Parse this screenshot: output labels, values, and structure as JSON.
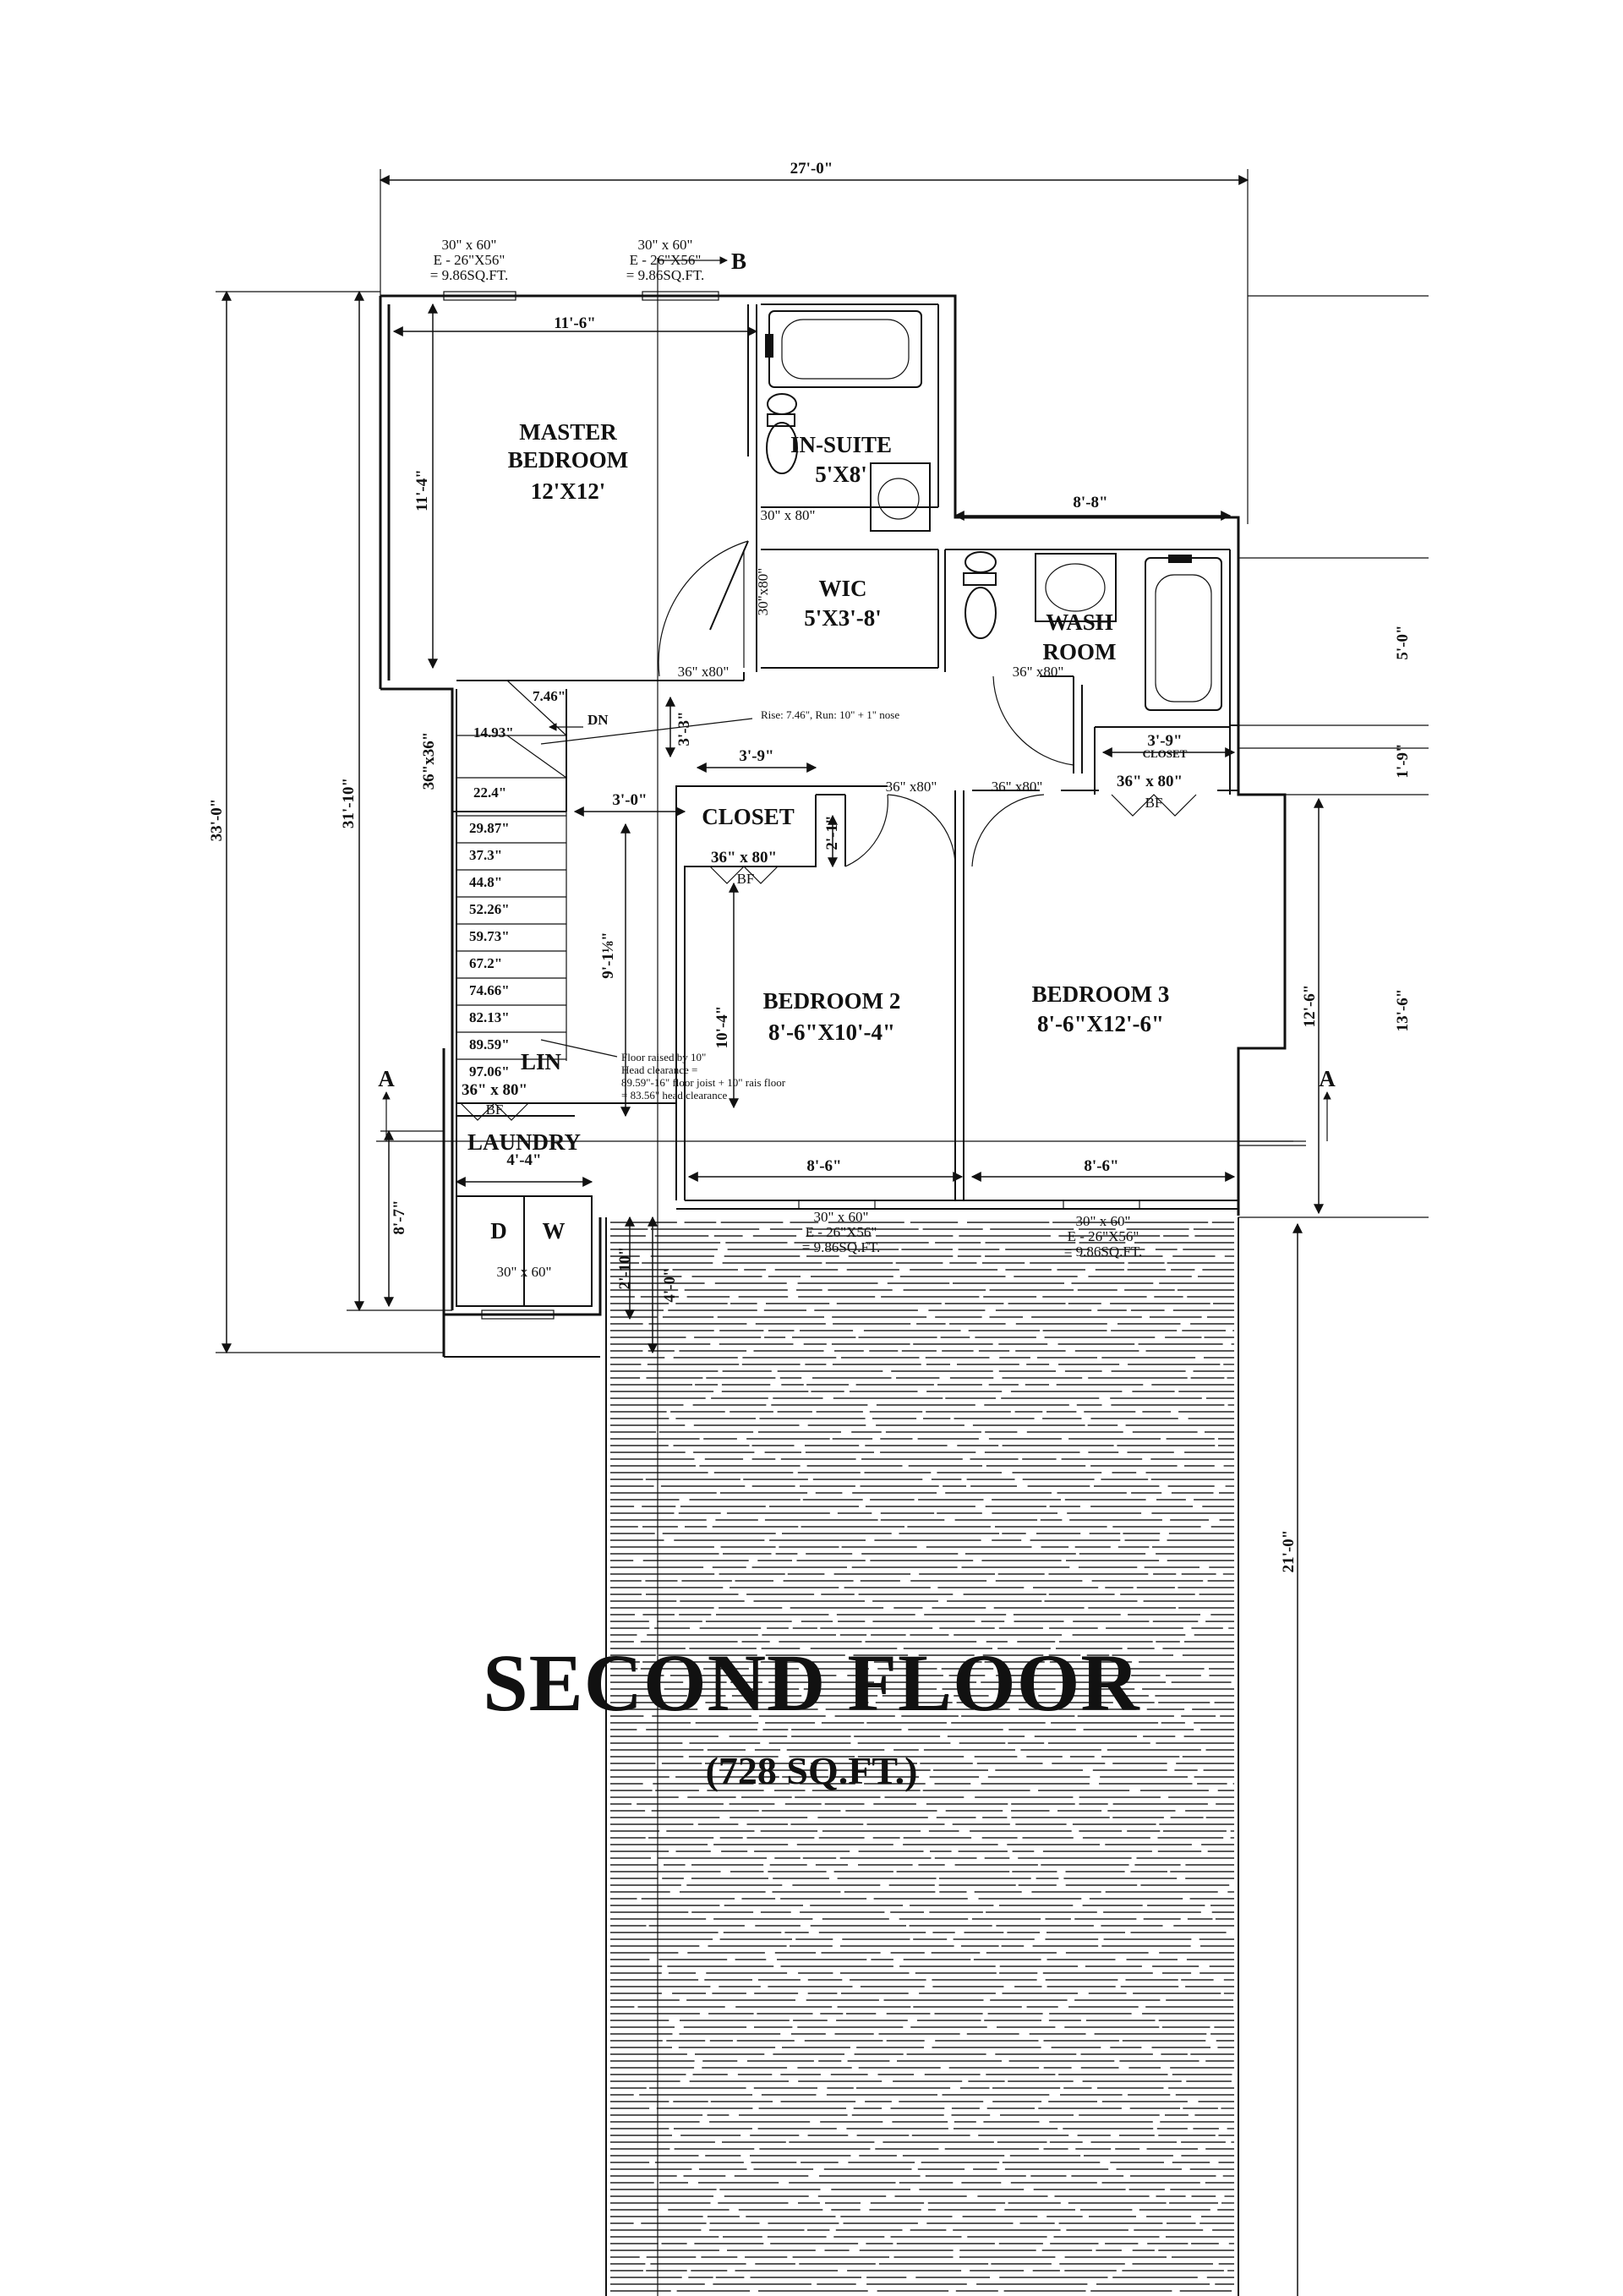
{
  "title": "SECOND FLOOR",
  "subtitle": "(728 SQ.FT.)",
  "rooms": {
    "master_name1": "MASTER",
    "master_name2": "BEDROOM",
    "master_size": "12'X12'",
    "insuite_name": "IN-SUITE",
    "insuite_size": "5'X8'",
    "wic_name": "WIC",
    "wic_size": "5'X3'-8'",
    "wash_name1": "WASH",
    "wash_name2": "ROOM",
    "closet_name": "CLOSET",
    "bed2_name": "BEDROOM 2",
    "bed2_size": "8'-6\"X10'-4\"",
    "bed3_name": "BEDROOM 3",
    "bed3_size": "8'-6\"X12'-6\"",
    "lin": "LIN",
    "laundry": "LAUNDRY",
    "dryer": "D",
    "washer": "W"
  },
  "dimensions": {
    "overall_width": "27'-0\"",
    "overall_depth": "33'-0\"",
    "depth_31_10": "31'-10\"",
    "master_width": "11'-6\"",
    "master_depth": "11'-4\"",
    "wash_width": "8'-8\"",
    "right_5_0": "5'-0\"",
    "right_1_9": "1'-9\"",
    "right_13_6": "13'-6\"",
    "bed3_depth": "12'-6\"",
    "deck_depth": "21'-0\"",
    "stair_36x36": "36\"x36\"",
    "laundry_depth": "8'-7\"",
    "laundry_width": "4'-4\"",
    "hall_3_0": "3'-0\"",
    "hall_3_3": "3'-3\"",
    "closet_width": "3'-9\"",
    "closet_2_1": "2'-1\"",
    "hall_9_1_8": "9'-1⅛\"",
    "bed2_depth": "10'-4\"",
    "bed2_width": "8'-6\"",
    "bed3_width": "8'-6\"",
    "deck_2_10": "2'-10\"",
    "deck_4_0": "4'-0\"",
    "wash_closet_width": "3'-9\"",
    "wash_closet_label": "CLOSET"
  },
  "windows": {
    "w1_size": "30\" x 60\"",
    "w1_egress": "E - 26\"X56\"",
    "w1_area": "= 9.86SQ.FT.",
    "w2_size": "30\" x 60\"",
    "w2_egress": "E - 26\"X56\"",
    "w2_area": "= 9.86SQ.FT.",
    "w3_size": "30\" x 60\"",
    "w3_egress": "E - 26\"X56\"",
    "w3_area": "= 9.86SQ.FT.",
    "w4_size": "30\" x 60\"",
    "w4_egress": "E - 26\"X56\"",
    "w4_area": "= 9.86SQ.FT.",
    "laundry_window": "30\" x 60\""
  },
  "doors": {
    "insuite_door": "30\" x 80\"",
    "wic_door": "30\"x80\"",
    "master_door": "36\" x80\"",
    "wash_door": "36\" x80\"",
    "bed2_door": "36\" x80\"",
    "bed3_door": "36\" x80\"",
    "closet_bf": "36\" x 80\"",
    "wash_closet_bf": "36\" x 80\"",
    "lin_bf": "36\" x 80\"",
    "bf": "BF"
  },
  "stairs": {
    "dn": "DN",
    "note": "Rise: 7.46\", Run: 10\" + 1\" nose",
    "risers": [
      "7.46\"",
      "14.93\"",
      "22.4\"",
      "29.87\"",
      "37.3\"",
      "44.8\"",
      "52.26\"",
      "59.73\"",
      "67.2\"",
      "74.66\"",
      "82.13\"",
      "89.59\"",
      "97.06\""
    ],
    "floor_note": [
      "Floor raised by 10\"",
      "Head clearance =",
      "89.59\"-16\" floor joist + 10\" rais floor",
      "= 83.56\" head clearance"
    ]
  },
  "sections": {
    "a": "A",
    "b": "B"
  }
}
